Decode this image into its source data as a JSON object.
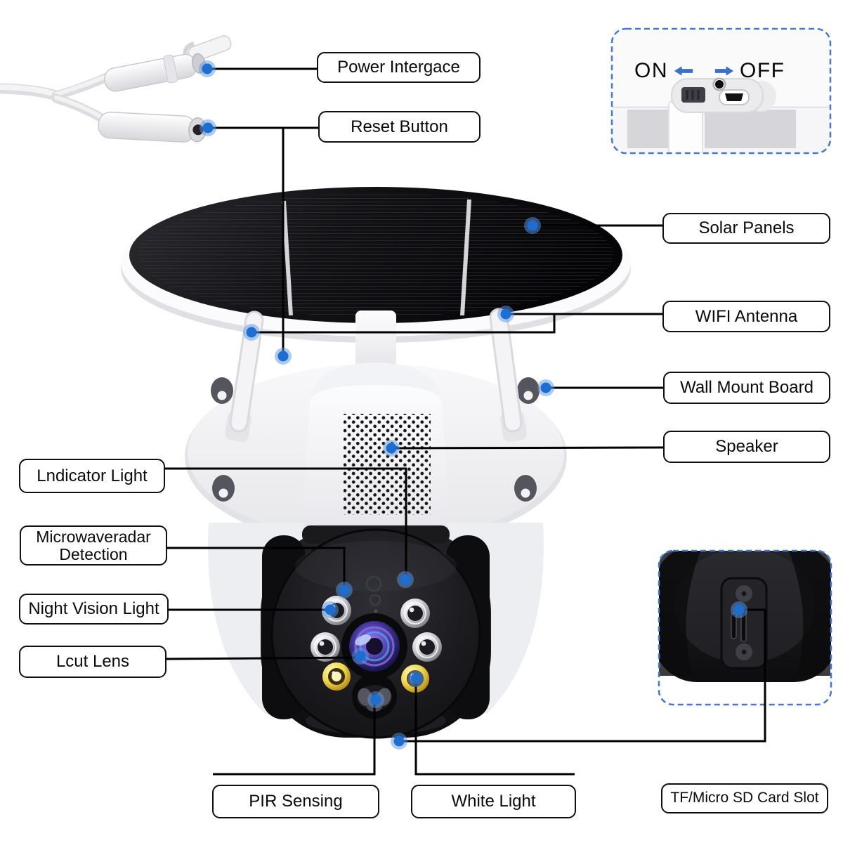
{
  "callouts": {
    "power_interface": "Power Intergace",
    "reset_button": "Reset Button",
    "solar_panels": "Solar Panels",
    "wifi_antenna": "WIFI Antenna",
    "wall_mount_board": "Wall Mount Board",
    "speaker": "Speaker",
    "indicator_light": "Lndicator Light",
    "microwave_radar_line1": "Microwaveradar",
    "microwave_radar_line2": "Detection",
    "night_vision_light": "Night Vision Light",
    "lcut_lens": "Lcut Lens",
    "pir_sensing": "PIR Sensing",
    "white_light": "White Light",
    "tf_card_slot": "TF/Micro SD Card Slot"
  },
  "power_switch_inset": {
    "on_label": "ON",
    "off_label": "OFF"
  },
  "icons": {
    "on_arrow": "arrow-left-icon",
    "off_arrow": "arrow-right-icon",
    "marker": "blue-dot-marker"
  },
  "colors": {
    "background": "#ffffff",
    "leader_line": "#000000",
    "marker_blue": "#1d6ed0",
    "inset_dashed_border": "#4878c8",
    "arrow_blue": "#3a70c8",
    "label_border": "#0f0f0f",
    "solar_panel_black": "#0a0a0c",
    "camera_head_black": "#141417",
    "body_white": "#f4f4f6",
    "white_light_led_yellow": "#e8cc30",
    "lens_purple": "#6a55cc"
  }
}
